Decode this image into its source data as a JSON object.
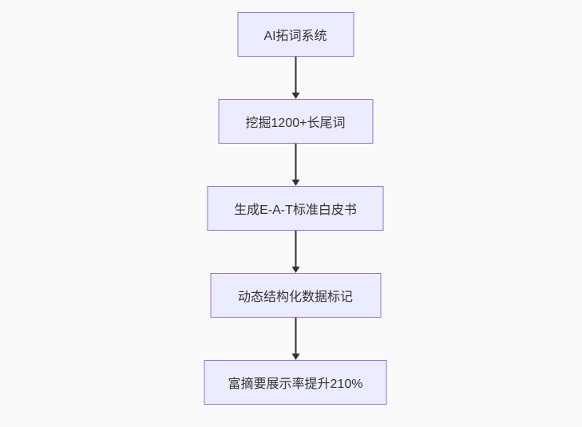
{
  "flowchart": {
    "title": "SEO AI workflow flowchart",
    "direction": "top-down",
    "nodes": [
      {
        "id": "node-1",
        "label": "AI拓词系统"
      },
      {
        "id": "node-2",
        "label": "挖掘1200+长尾词"
      },
      {
        "id": "node-3",
        "label": "生成E-A-T标准白皮书"
      },
      {
        "id": "node-4",
        "label": "动态结构化数据标记"
      },
      {
        "id": "node-5",
        "label": "富摘要展示率提升210%"
      }
    ],
    "edges": [
      {
        "from": "node-1",
        "to": "node-2",
        "type": "arrow"
      },
      {
        "from": "node-2",
        "to": "node-3",
        "type": "arrow"
      },
      {
        "from": "node-3",
        "to": "node-4",
        "type": "arrow"
      },
      {
        "from": "node-4",
        "to": "node-5",
        "type": "arrow"
      }
    ],
    "colors": {
      "node_fill": "#ECECFF",
      "node_border": "#9370DB",
      "edge": "#333333",
      "text": "#333333",
      "background": "#fafafa"
    }
  }
}
